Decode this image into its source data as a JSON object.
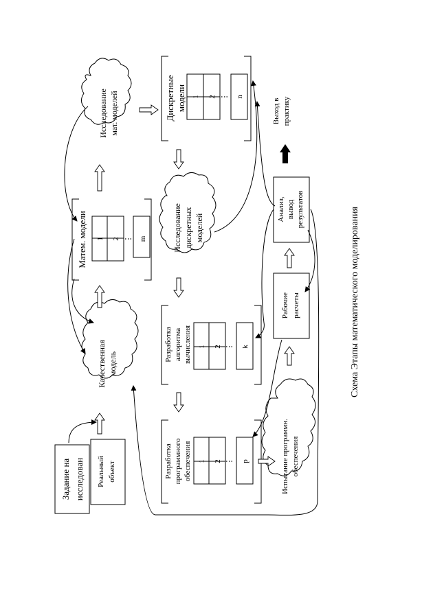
{
  "caption": "Схема  Этапы математического моделирования",
  "task_box": {
    "line1": "Задание на",
    "line2": "исследован"
  },
  "real_object": {
    "line1": "Реальный",
    "line2": "объект"
  },
  "qualitative_model": {
    "line1": "Качественная",
    "line2": "модель"
  },
  "math_models": {
    "title": "Матем. модели",
    "cells": [
      "1",
      "2",
      "⋮",
      "m"
    ]
  },
  "study_math_models": {
    "line1": "Исследование",
    "line2": "мат. моделей"
  },
  "discrete_models": {
    "line1": "Дискретные",
    "line2": "модели",
    "cells": [
      "1",
      "2",
      "⋮",
      "n"
    ]
  },
  "study_discrete_models": {
    "line1": "Исследование",
    "line2": "дискретных",
    "line3": "моделей"
  },
  "algorithm_dev": {
    "line1": "Разработка",
    "line2": "алгоритма",
    "line3": "вычисления",
    "cells": [
      "1",
      "2",
      "⋮",
      "k"
    ]
  },
  "software_dev": {
    "line1": "Разработка",
    "line2": "программного",
    "line3": "обеспечения",
    "cells": [
      "1",
      "2",
      "⋮",
      "p"
    ]
  },
  "software_testing": {
    "line1": "Испытание программн.",
    "line2": "обеспечения"
  },
  "working_calc": {
    "line1": "Рабочие",
    "line2": "расчеты"
  },
  "analysis": {
    "line1": "Анализ,",
    "line2": "вывод",
    "line3": "результатов"
  },
  "practice_output": {
    "line1": "Выход в",
    "line2": "практику"
  }
}
